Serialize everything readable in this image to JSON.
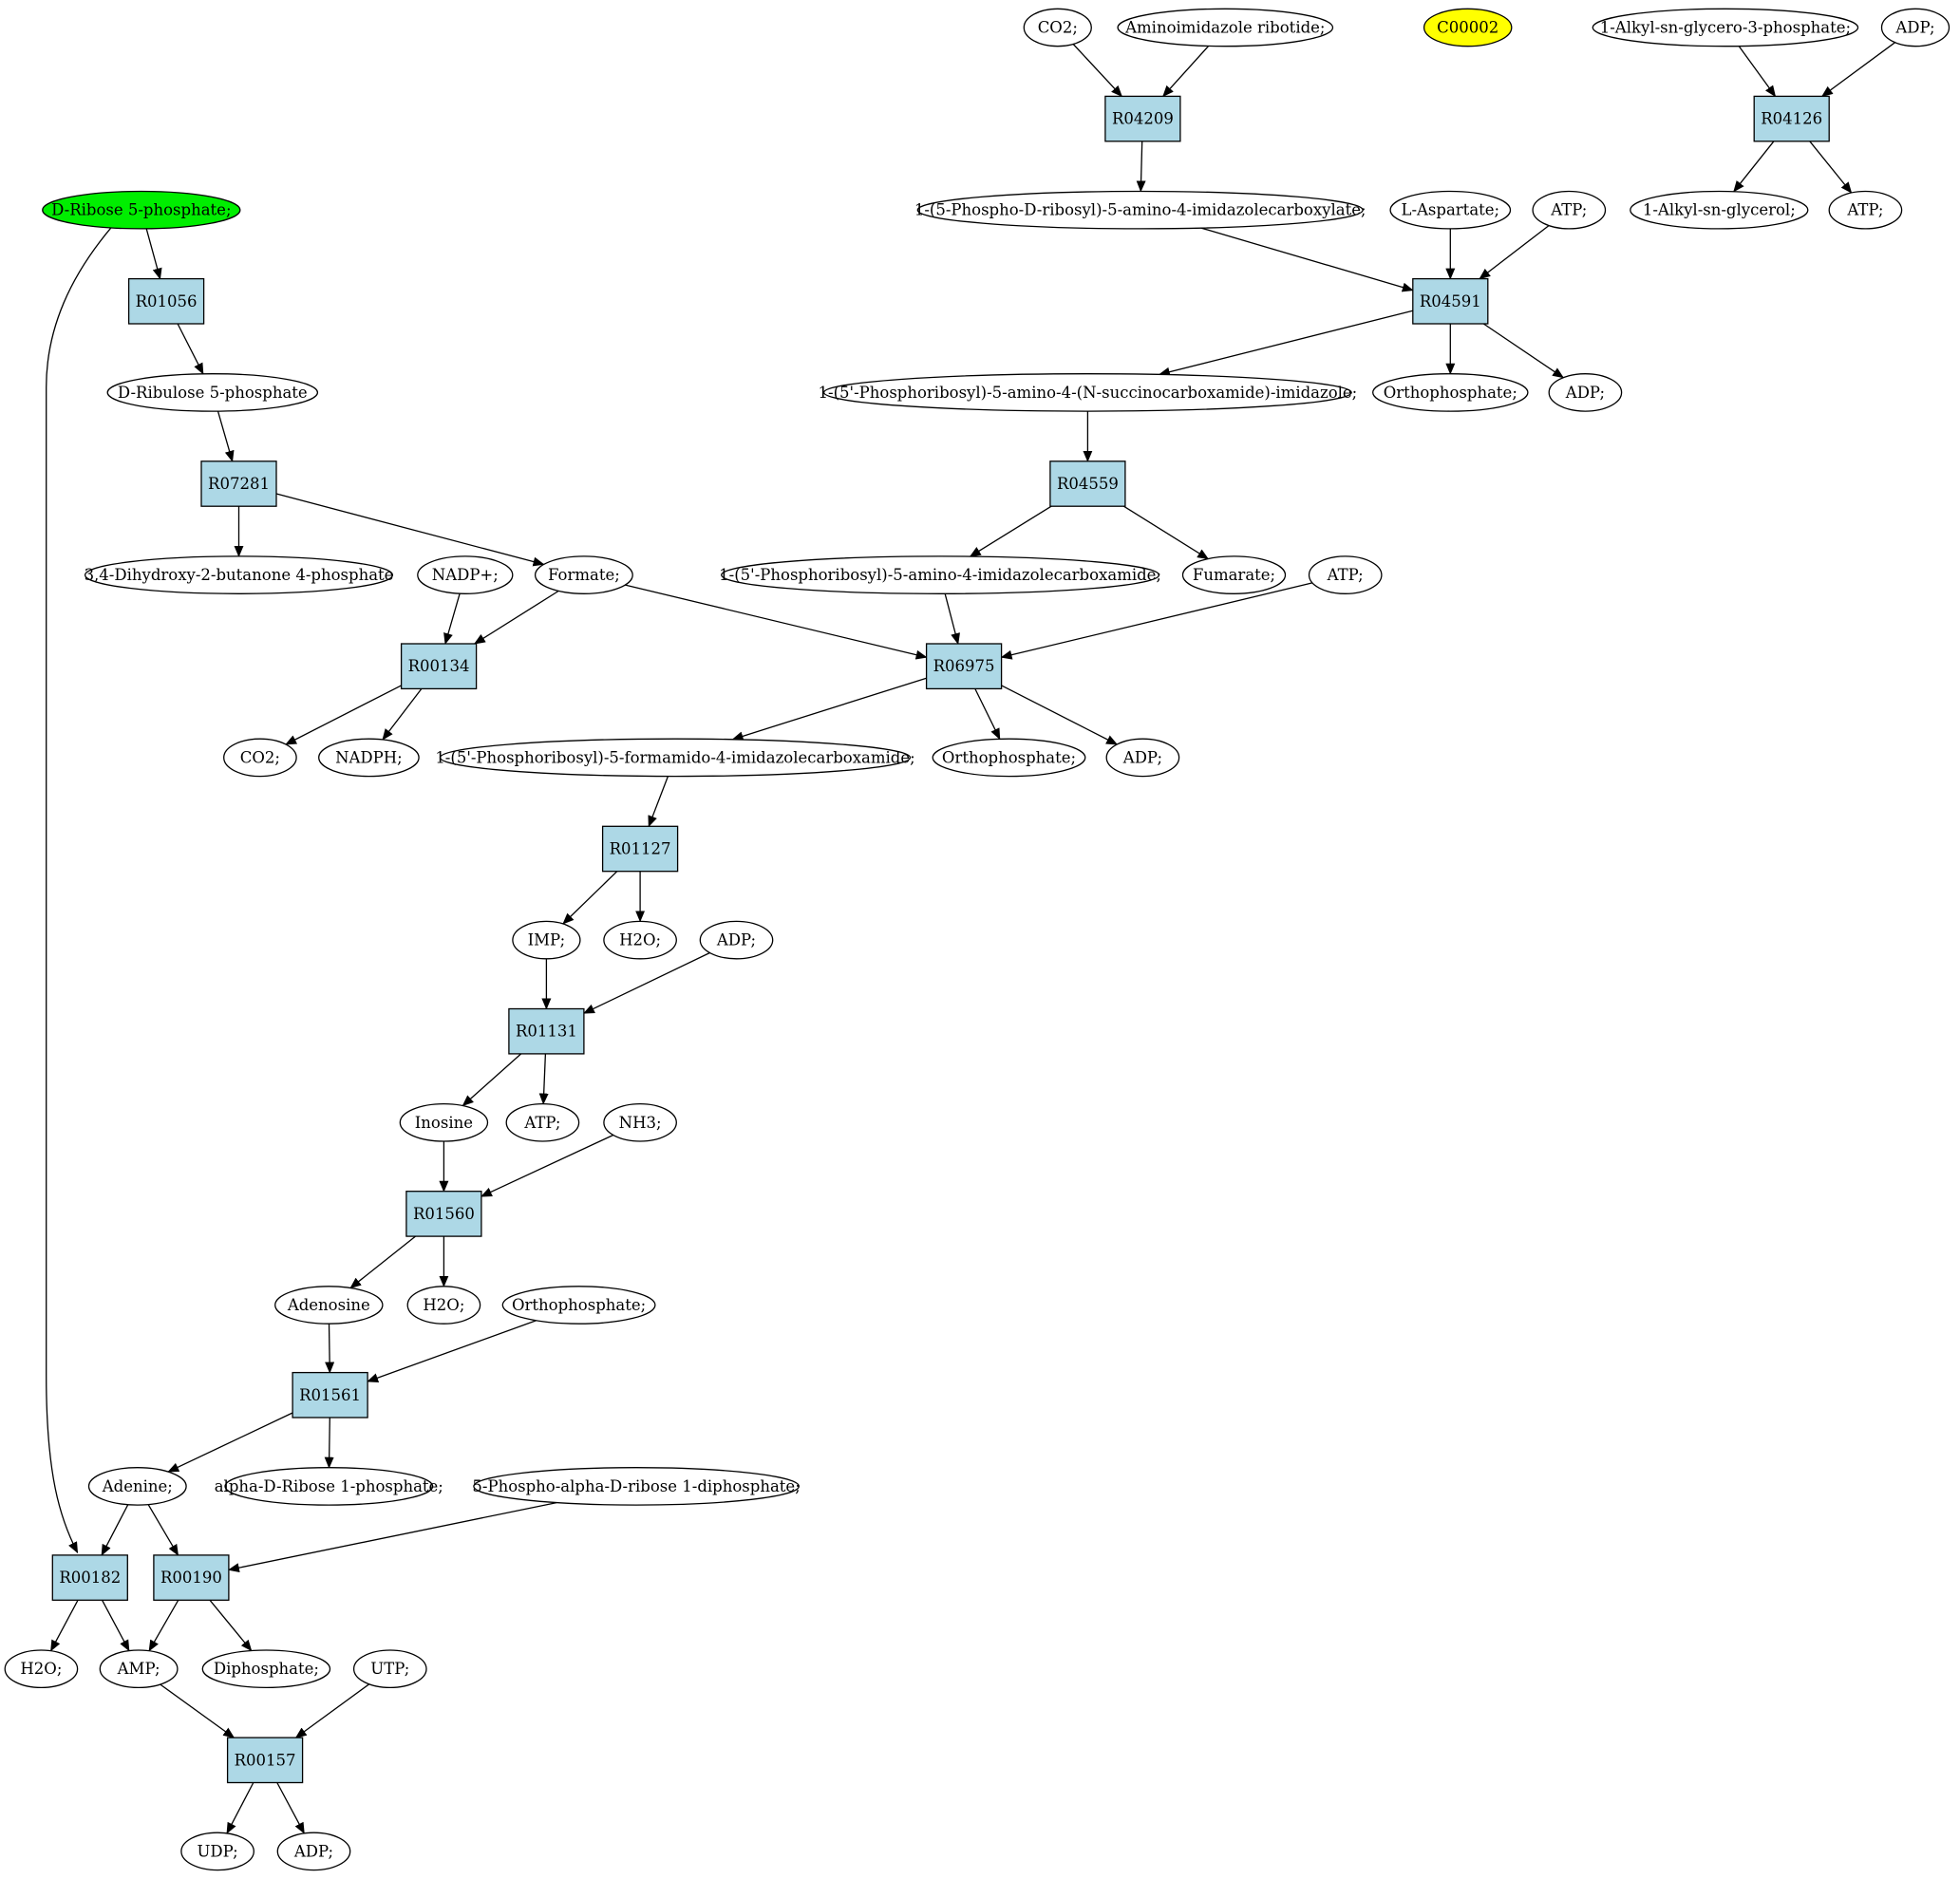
{
  "styles": {
    "compound_fill": "#ffffff",
    "reaction_fill": "#add8e6",
    "source_fill": "#00ee00",
    "highlight_fill": "#ffff00",
    "stroke": "#000000"
  },
  "nodes": [
    {
      "id": "c_co2_top",
      "type": "compound",
      "label": "CO2;"
    },
    {
      "id": "c_air",
      "type": "compound",
      "label": "Aminoimidazole ribotide;"
    },
    {
      "id": "c_c00002",
      "type": "compound",
      "label": "C00002",
      "highlight": true
    },
    {
      "id": "c_alkylg3p",
      "type": "compound",
      "label": "1-Alkyl-sn-glycero-3-phosphate;"
    },
    {
      "id": "c_adp_tr",
      "type": "compound",
      "label": "ADP;"
    },
    {
      "id": "r_R04209",
      "type": "reaction",
      "label": "R04209"
    },
    {
      "id": "r_R04126",
      "type": "reaction",
      "label": "R04126"
    },
    {
      "id": "c_ribose5p",
      "type": "compound",
      "label": "D-Ribose 5-phosphate;",
      "source": true
    },
    {
      "id": "c_carboxylate",
      "type": "compound",
      "label": "1-(5-Phospho-D-ribosyl)-5-amino-4-imidazolecarboxylate;"
    },
    {
      "id": "c_laspartate",
      "type": "compound",
      "label": "L-Aspartate;"
    },
    {
      "id": "c_atp_r04591",
      "type": "compound",
      "label": "ATP;"
    },
    {
      "id": "c_alkylglycerol",
      "type": "compound",
      "label": "1-Alkyl-sn-glycerol;"
    },
    {
      "id": "c_atp_r04126",
      "type": "compound",
      "label": "ATP;"
    },
    {
      "id": "r_R01056",
      "type": "reaction",
      "label": "R01056"
    },
    {
      "id": "r_R04591",
      "type": "reaction",
      "label": "R04591"
    },
    {
      "id": "c_ribulose5p",
      "type": "compound",
      "label": "D-Ribulose 5-phosphate"
    },
    {
      "id": "c_saicar",
      "type": "compound",
      "label": "1-(5'-Phosphoribosyl)-5-amino-4-(N-succinocarboxamide)-imidazole;"
    },
    {
      "id": "c_ortho_r04591",
      "type": "compound",
      "label": "Orthophosphate;"
    },
    {
      "id": "c_adp_r04591",
      "type": "compound",
      "label": "ADP;"
    },
    {
      "id": "r_R07281",
      "type": "reaction",
      "label": "R07281"
    },
    {
      "id": "r_R04559",
      "type": "reaction",
      "label": "R04559"
    },
    {
      "id": "c_dhbp",
      "type": "compound",
      "label": "3,4-Dihydroxy-2-butanone 4-phosphate"
    },
    {
      "id": "c_nadp",
      "type": "compound",
      "label": "NADP+;"
    },
    {
      "id": "c_formate",
      "type": "compound",
      "label": "Formate;"
    },
    {
      "id": "c_aicar",
      "type": "compound",
      "label": "1-(5'-Phosphoribosyl)-5-amino-4-imidazolecarboxamide;"
    },
    {
      "id": "c_fumarate",
      "type": "compound",
      "label": "Fumarate;"
    },
    {
      "id": "c_atp_r06975",
      "type": "compound",
      "label": "ATP;"
    },
    {
      "id": "r_R00134",
      "type": "reaction",
      "label": "R00134"
    },
    {
      "id": "r_R06975",
      "type": "reaction",
      "label": "R06975"
    },
    {
      "id": "c_co2_r00134",
      "type": "compound",
      "label": "CO2;"
    },
    {
      "id": "c_nadph",
      "type": "compound",
      "label": "NADPH;"
    },
    {
      "id": "c_faicar",
      "type": "compound",
      "label": "1-(5'-Phosphoribosyl)-5-formamido-4-imidazolecarboxamide;"
    },
    {
      "id": "c_ortho_r06975",
      "type": "compound",
      "label": "Orthophosphate;"
    },
    {
      "id": "c_adp_r06975",
      "type": "compound",
      "label": "ADP;"
    },
    {
      "id": "r_R01127",
      "type": "reaction",
      "label": "R01127"
    },
    {
      "id": "c_imp",
      "type": "compound",
      "label": "IMP;"
    },
    {
      "id": "c_h2o_r01127",
      "type": "compound",
      "label": "H2O;"
    },
    {
      "id": "c_adp_r01131",
      "type": "compound",
      "label": "ADP;"
    },
    {
      "id": "r_R01131",
      "type": "reaction",
      "label": "R01131"
    },
    {
      "id": "c_inosine",
      "type": "compound",
      "label": "Inosine"
    },
    {
      "id": "c_atp_r01131",
      "type": "compound",
      "label": "ATP;"
    },
    {
      "id": "c_nh3",
      "type": "compound",
      "label": "NH3;"
    },
    {
      "id": "r_R01560",
      "type": "reaction",
      "label": "R01560"
    },
    {
      "id": "c_adenosine",
      "type": "compound",
      "label": "Adenosine"
    },
    {
      "id": "c_h2o_r01560",
      "type": "compound",
      "label": "H2O;"
    },
    {
      "id": "c_ortho_r01561",
      "type": "compound",
      "label": "Orthophosphate;"
    },
    {
      "id": "r_R01561",
      "type": "reaction",
      "label": "R01561"
    },
    {
      "id": "c_adenine",
      "type": "compound",
      "label": "Adenine;"
    },
    {
      "id": "c_ar1p",
      "type": "compound",
      "label": "alpha-D-Ribose 1-phosphate;"
    },
    {
      "id": "c_prpp",
      "type": "compound",
      "label": "5-Phospho-alpha-D-ribose 1-diphosphate;"
    },
    {
      "id": "r_R00182",
      "type": "reaction",
      "label": "R00182"
    },
    {
      "id": "r_R00190",
      "type": "reaction",
      "label": "R00190"
    },
    {
      "id": "c_h2o_r00182",
      "type": "compound",
      "label": "H2O;"
    },
    {
      "id": "c_amp",
      "type": "compound",
      "label": "AMP;"
    },
    {
      "id": "c_diphosphate",
      "type": "compound",
      "label": "Diphosphate;"
    },
    {
      "id": "c_utp",
      "type": "compound",
      "label": "UTP;"
    },
    {
      "id": "r_R00157",
      "type": "reaction",
      "label": "R00157"
    },
    {
      "id": "c_udp",
      "type": "compound",
      "label": "UDP;"
    },
    {
      "id": "c_adp_r00157",
      "type": "compound",
      "label": "ADP;"
    }
  ],
  "edges": [
    [
      "c_co2_top",
      "r_R04209"
    ],
    [
      "c_air",
      "r_R04209"
    ],
    [
      "r_R04209",
      "c_carboxylate"
    ],
    [
      "c_alkylg3p",
      "r_R04126"
    ],
    [
      "c_adp_tr",
      "r_R04126"
    ],
    [
      "r_R04126",
      "c_alkylglycerol"
    ],
    [
      "r_R04126",
      "c_atp_r04126"
    ],
    [
      "c_ribose5p",
      "r_R01056"
    ],
    [
      "c_ribose5p",
      "r_R00182"
    ],
    [
      "r_R01056",
      "c_ribulose5p"
    ],
    [
      "c_carboxylate",
      "r_R04591"
    ],
    [
      "c_laspartate",
      "r_R04591"
    ],
    [
      "c_atp_r04591",
      "r_R04591"
    ],
    [
      "r_R04591",
      "c_saicar"
    ],
    [
      "r_R04591",
      "c_ortho_r04591"
    ],
    [
      "r_R04591",
      "c_adp_r04591"
    ],
    [
      "c_ribulose5p",
      "r_R07281"
    ],
    [
      "r_R07281",
      "c_dhbp"
    ],
    [
      "r_R07281",
      "c_formate"
    ],
    [
      "c_saicar",
      "r_R04559"
    ],
    [
      "r_R04559",
      "c_aicar"
    ],
    [
      "r_R04559",
      "c_fumarate"
    ],
    [
      "c_nadp",
      "r_R00134"
    ],
    [
      "c_formate",
      "r_R00134"
    ],
    [
      "c_formate",
      "r_R06975"
    ],
    [
      "c_aicar",
      "r_R06975"
    ],
    [
      "c_atp_r06975",
      "r_R06975"
    ],
    [
      "r_R00134",
      "c_co2_r00134"
    ],
    [
      "r_R00134",
      "c_nadph"
    ],
    [
      "r_R06975",
      "c_faicar"
    ],
    [
      "r_R06975",
      "c_ortho_r06975"
    ],
    [
      "r_R06975",
      "c_adp_r06975"
    ],
    [
      "c_faicar",
      "r_R01127"
    ],
    [
      "r_R01127",
      "c_imp"
    ],
    [
      "r_R01127",
      "c_h2o_r01127"
    ],
    [
      "c_imp",
      "r_R01131"
    ],
    [
      "c_adp_r01131",
      "r_R01131"
    ],
    [
      "r_R01131",
      "c_inosine"
    ],
    [
      "r_R01131",
      "c_atp_r01131"
    ],
    [
      "c_inosine",
      "r_R01560"
    ],
    [
      "c_nh3",
      "r_R01560"
    ],
    [
      "r_R01560",
      "c_adenosine"
    ],
    [
      "r_R01560",
      "c_h2o_r01560"
    ],
    [
      "c_adenosine",
      "r_R01561"
    ],
    [
      "c_ortho_r01561",
      "r_R01561"
    ],
    [
      "r_R01561",
      "c_adenine"
    ],
    [
      "r_R01561",
      "c_ar1p"
    ],
    [
      "c_adenine",
      "r_R00182"
    ],
    [
      "c_adenine",
      "r_R00190"
    ],
    [
      "c_prpp",
      "r_R00190"
    ],
    [
      "r_R00182",
      "c_h2o_r00182"
    ],
    [
      "r_R00182",
      "c_amp"
    ],
    [
      "r_R00190",
      "c_amp"
    ],
    [
      "r_R00190",
      "c_diphosphate"
    ],
    [
      "c_amp",
      "r_R00157"
    ],
    [
      "c_utp",
      "r_R00157"
    ],
    [
      "r_R00157",
      "c_udp"
    ],
    [
      "r_R00157",
      "c_adp_r00157"
    ]
  ]
}
